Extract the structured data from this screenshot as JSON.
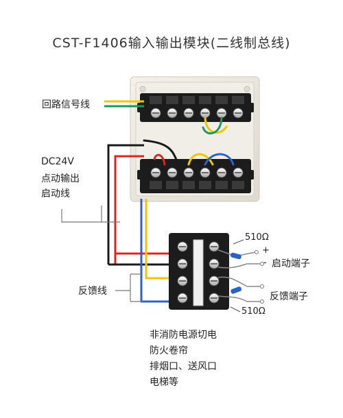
{
  "title": "CST-F1406输入输出模块(二线制总线)",
  "labels": {
    "loop_signal": "回路信号线",
    "dc24v": "DC24V",
    "point_output": "点动输出",
    "start_line": "启动线",
    "feedback_line": "反馈线",
    "resistor_top": "510Ω",
    "resistor_bottom": "510Ω",
    "plus_sign": "+",
    "minus_sign": "-",
    "start_terminal": "启动端子",
    "feedback_terminal": "反馈端子",
    "equipment_1": "非消防电源切电",
    "equipment_2": "防火卷帘",
    "equipment_3": "排烟口、送风口",
    "equipment_4": "电梯等"
  },
  "colors": {
    "wire_yellow": "#f2c500",
    "wire_green": "#1a9a5a",
    "wire_red": "#d9281f",
    "wire_black": "#1a1a1a",
    "wire_blue": "#2a63c7",
    "module_body": "#eeeae0",
    "terminal_block": "#1c1c1c"
  }
}
